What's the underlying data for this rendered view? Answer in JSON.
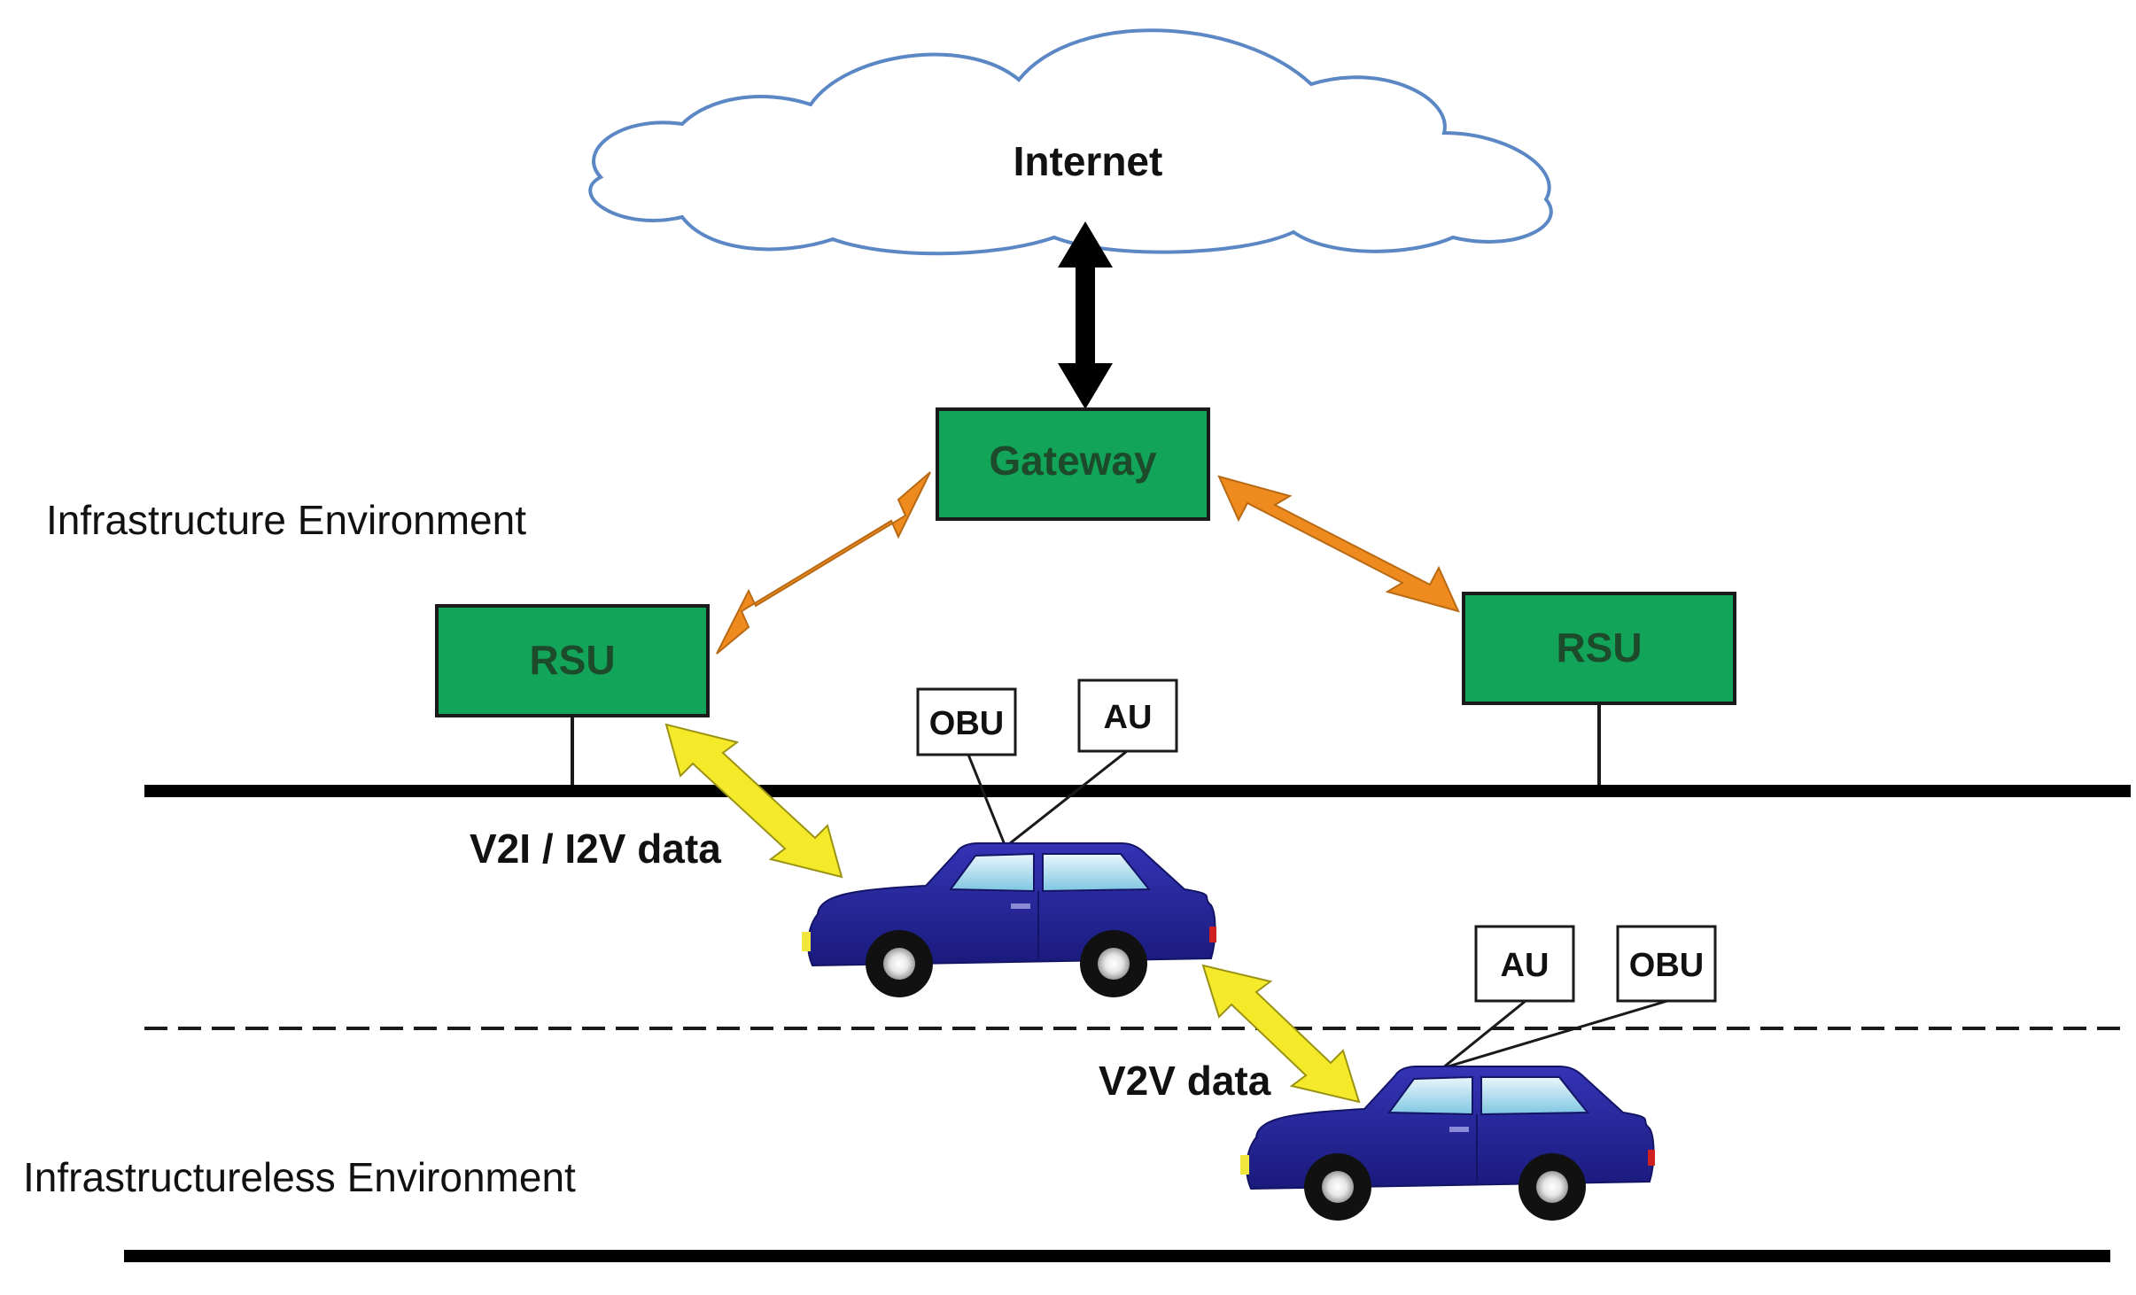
{
  "cloud": {
    "label": "Internet"
  },
  "gateway": {
    "label": "Gateway"
  },
  "rsu_left": {
    "label": "RSU"
  },
  "rsu_right": {
    "label": "RSU"
  },
  "environments": {
    "infrastructure": "Infrastructure Environment",
    "infrastructureless": "Infrastructureless Environment"
  },
  "links": {
    "v2i": "V2I / I2V data",
    "v2v": "V2V data"
  },
  "car_top": {
    "obu": "OBU",
    "au": "AU"
  },
  "car_bottom": {
    "au": "AU",
    "obu": "OBU"
  },
  "colors": {
    "node_fill": "#12a55a",
    "node_text": "#1d4a2a",
    "cloud_stroke": "#5b87c5",
    "car_body": "#24249a",
    "arrow_orange": "#ef8a1e",
    "arrow_yellow": "#f4ea2a",
    "arrow_black": "#000000"
  }
}
